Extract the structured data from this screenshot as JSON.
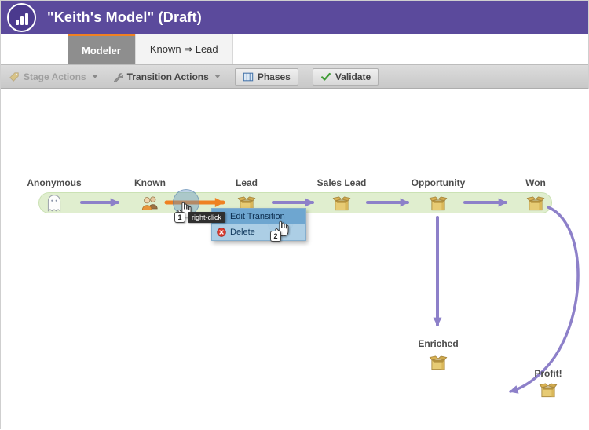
{
  "window": {
    "title": "\"Keith's Model\" (Draft)"
  },
  "tabs": {
    "modeler": "Modeler",
    "transition": "Known ⇒ Lead"
  },
  "toolbar": {
    "stage_actions": "Stage Actions",
    "transition_actions": "Transition Actions",
    "phases": "Phases",
    "validate": "Validate"
  },
  "stages": [
    {
      "label": "Anonymous",
      "icon": "ghost-icon"
    },
    {
      "label": "Known",
      "icon": "users-icon"
    },
    {
      "label": "Lead",
      "icon": "box-icon"
    },
    {
      "label": "Sales Lead",
      "icon": "box-icon"
    },
    {
      "label": "Opportunity",
      "icon": "box-icon"
    },
    {
      "label": "Won",
      "icon": "box-icon"
    },
    {
      "label": "Enriched",
      "icon": "box-icon"
    },
    {
      "label": "Profit!",
      "icon": "box-icon"
    }
  ],
  "context_menu": {
    "edit": "Edit Transition",
    "delete": "Delete"
  },
  "annotations": {
    "step1": "1",
    "step2": "2",
    "tooltip": "right-click"
  },
  "colors": {
    "header_purple": "#5b4a9c",
    "accent_orange": "#ef8122",
    "arrow_purple": "#8d80c9",
    "band_green": "#e0eecf",
    "menu_blue": "#a8cbe4"
  }
}
